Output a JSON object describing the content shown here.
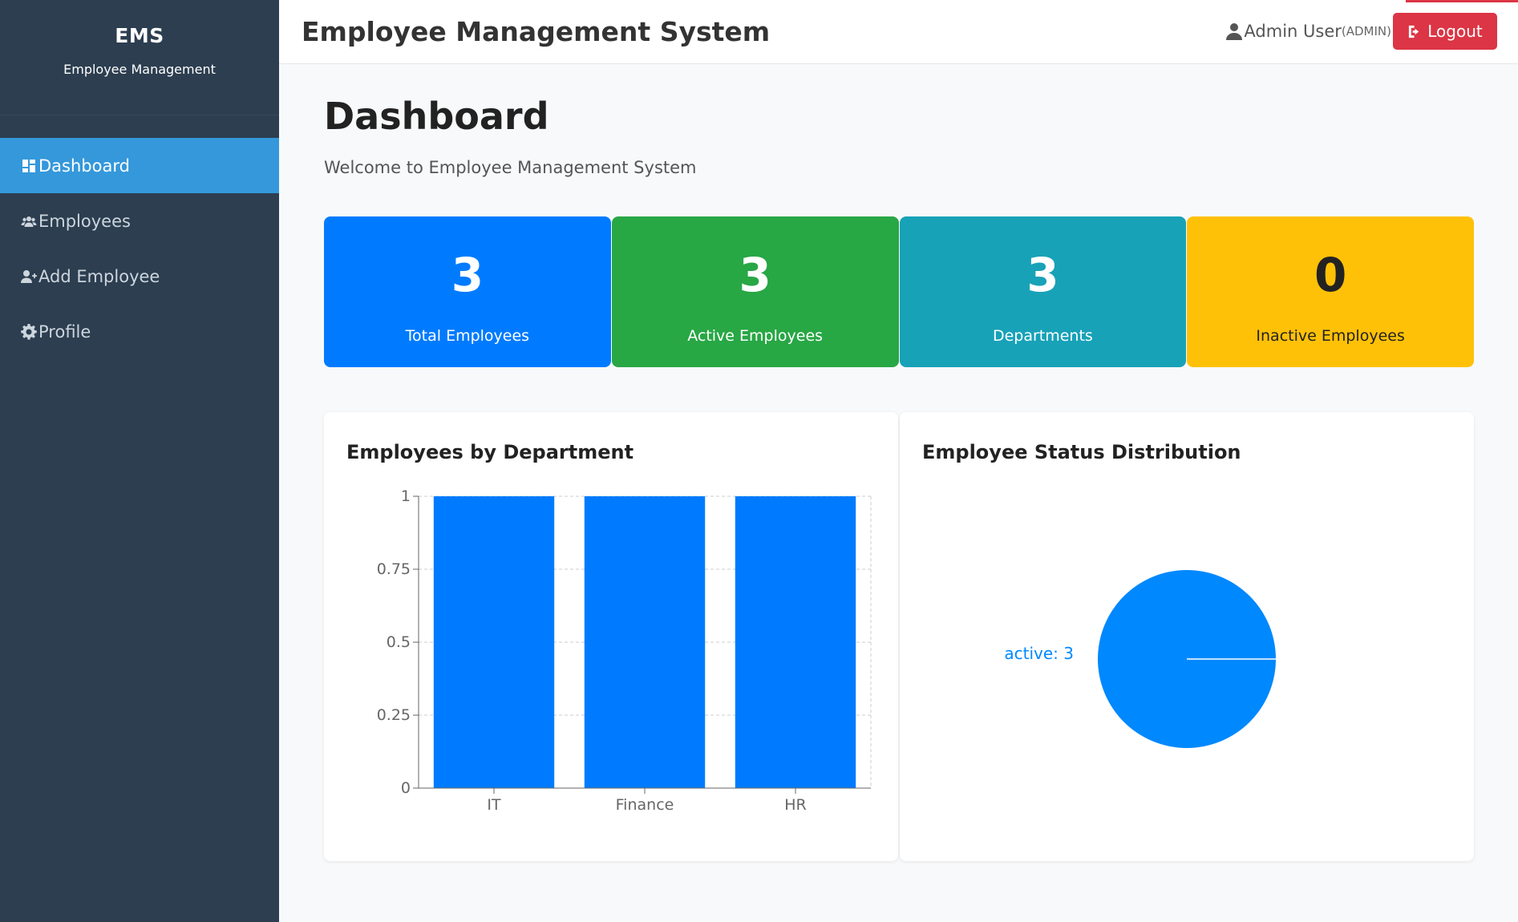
{
  "sidebar": {
    "brand_title": "EMS",
    "brand_subtitle": "Employee Management",
    "items": [
      {
        "label": "Dashboard",
        "icon": "dashboard-icon",
        "active": true
      },
      {
        "label": "Employees",
        "icon": "users-icon",
        "active": false
      },
      {
        "label": "Add Employee",
        "icon": "user-plus-icon",
        "active": false
      },
      {
        "label": "Profile",
        "icon": "gear-icon",
        "active": false
      }
    ]
  },
  "header": {
    "title": "Employee Management System",
    "user_name": "Admin User",
    "user_role": "(ADMIN)",
    "logout_label": "Logout"
  },
  "main": {
    "title": "Dashboard",
    "subtitle": "Welcome to Employee Management System",
    "stats": [
      {
        "value": "3",
        "label": "Total Employees",
        "color": "#007bff"
      },
      {
        "value": "3",
        "label": "Active Employees",
        "color": "#28a745"
      },
      {
        "value": "3",
        "label": "Departments",
        "color": "#17a2b8"
      },
      {
        "value": "0",
        "label": "Inactive Employees",
        "color": "#ffc107"
      }
    ],
    "bar_chart_title": "Employees by Department",
    "pie_chart_title": "Employee Status Distribution"
  },
  "chart_data": [
    {
      "type": "bar",
      "title": "Employees by Department",
      "categories": [
        "IT",
        "Finance",
        "HR"
      ],
      "values": [
        1,
        1,
        1
      ],
      "yticks": [
        "0",
        "0.25",
        "0.5",
        "0.75",
        "1"
      ],
      "ylim": [
        0,
        1
      ],
      "grid": true,
      "color": "#007bff"
    },
    {
      "type": "pie",
      "title": "Employee Status Distribution",
      "slices": [
        {
          "label": "active",
          "value": 3
        }
      ],
      "slice_label": "active: 3",
      "color": "#0088fe"
    }
  ]
}
